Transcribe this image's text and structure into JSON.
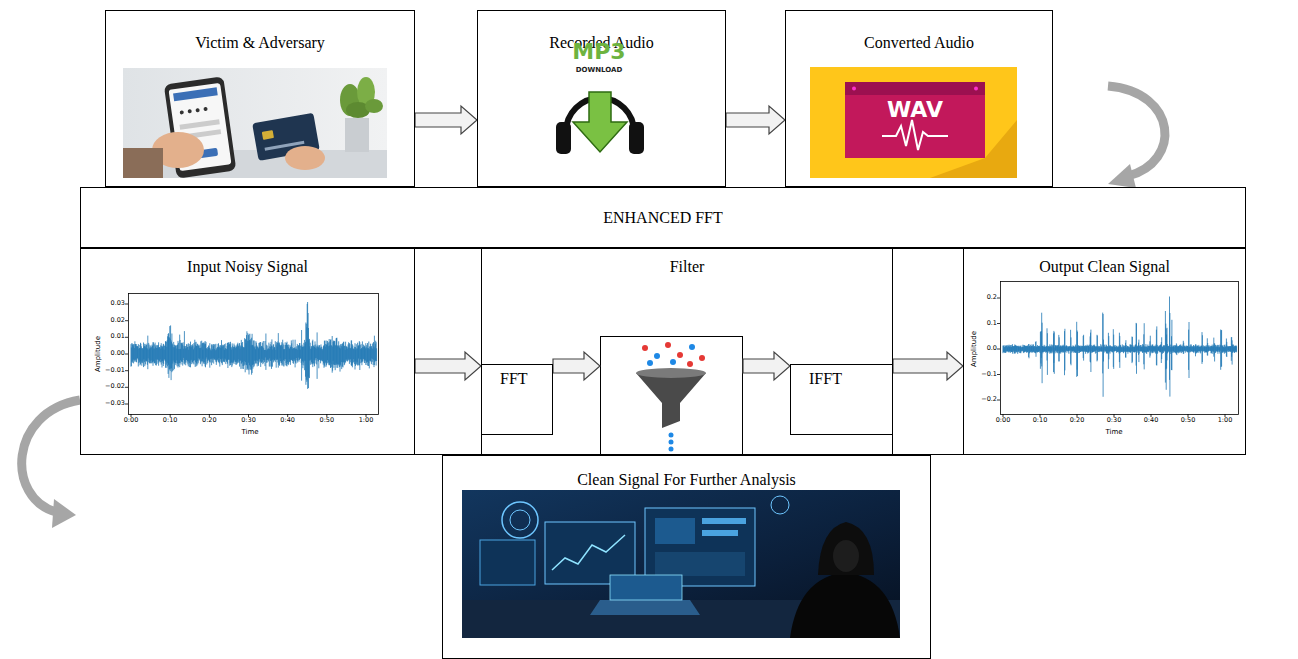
{
  "diagram": {
    "nodes": [
      {
        "text": [
          "Victim & Adversary"
        ]
      },
      {
        "text": [
          "Recorded Audio"
        ]
      },
      {
        "text": [
          "Converted Audio"
        ]
      },
      {
        "text": [
          "ENHANCED FFT"
        ]
      },
      {
        "text": [
          "Input Noisy Signal"
        ]
      },
      {
        "text": [
          "Filter"
        ]
      },
      {
        "text": [
          "FFT"
        ],
        "in": 5
      },
      {
        "text": [
          "IFFT"
        ],
        "in": 5
      },
      {
        "text": [
          "Output Clean Signal"
        ]
      },
      {
        "text": [
          "Clean Signal For Further Analysis"
        ]
      }
    ],
    "edges": [
      {
        "from": 0,
        "to": 1,
        "arrow": "to"
      },
      {
        "from": 1,
        "to": 2,
        "arrow": "to"
      },
      {
        "from": 4,
        "to": 5,
        "arrow": "to"
      },
      {
        "from": 5,
        "to": 8,
        "arrow": "to"
      }
    ],
    "labels": [
      "MP3",
      "DOWNLOAD",
      "WAV",
      "0.03",
      "0.02",
      "0.01",
      "0.00",
      "−0.01",
      "−0.02",
      "−0.03",
      "Amplitude",
      "0:00",
      "0:10",
      "0:20",
      "0:30",
      "0:40",
      "0:50",
      "1:00",
      "Time",
      "0.2",
      "0.1",
      "0.0",
      "−0.1",
      "−0.2",
      "Amplitude",
      "0:00",
      "0:10",
      "0:20",
      "0:30",
      "0:40",
      "0:50",
      "1:00",
      "Time"
    ]
  }
}
